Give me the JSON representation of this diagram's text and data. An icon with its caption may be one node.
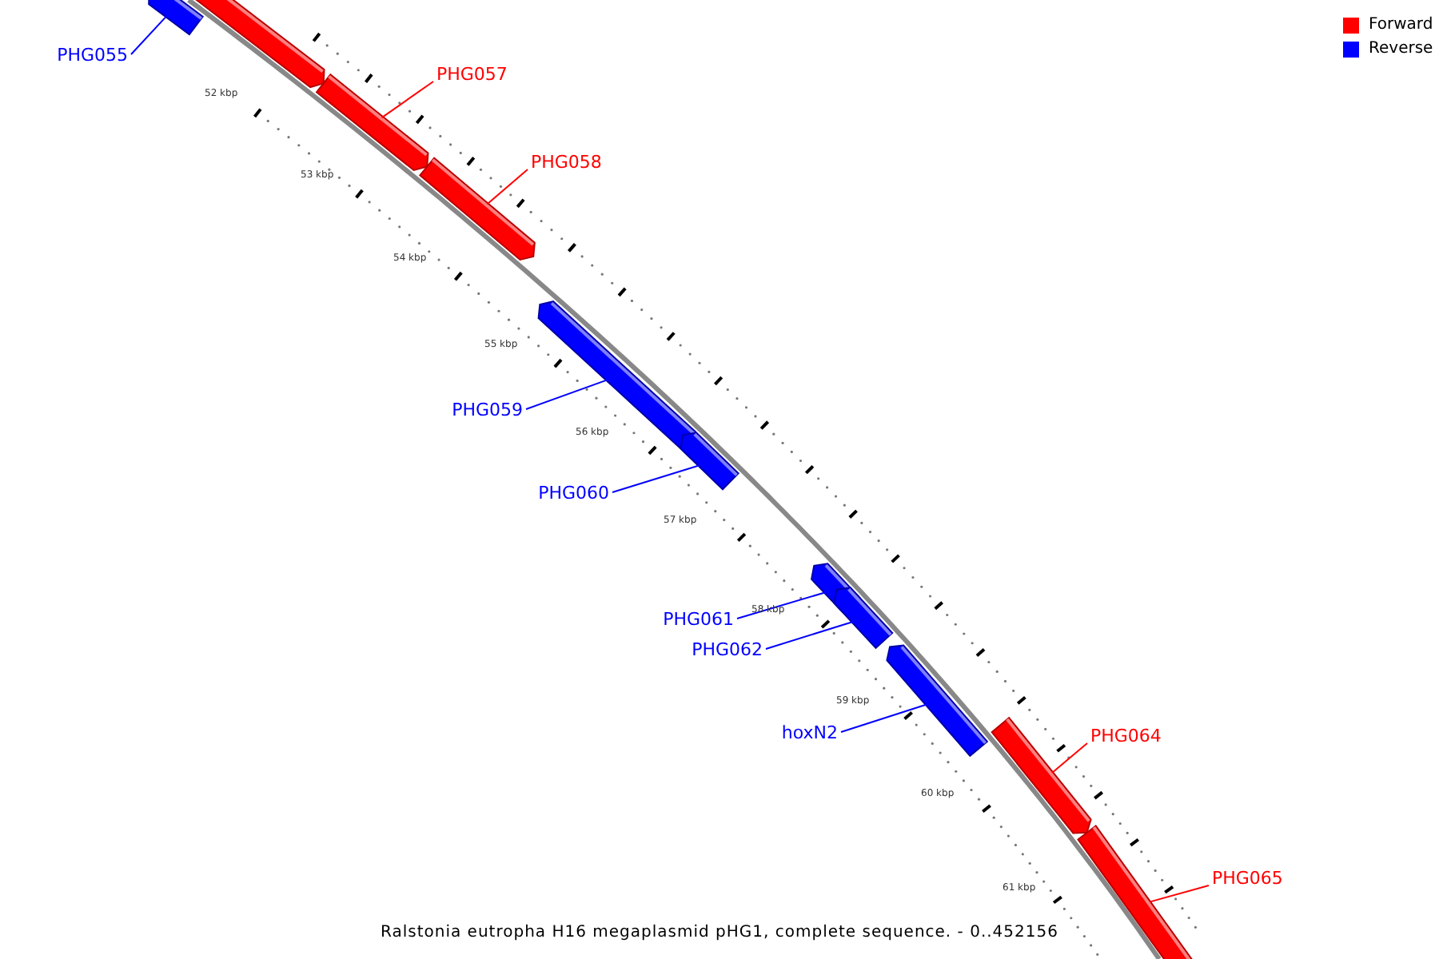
{
  "diagram": {
    "caption": "Ralstonia eutropha H16 megaplasmid pHG1, complete sequence. - 0..452156",
    "nodes": [
      {
        "text": [
          "PHG055"
        ]
      },
      {
        "text": [],
        "shape": "bar"
      },
      {
        "text": [],
        "shape": "bar"
      },
      {
        "text": [
          "PHG057"
        ]
      },
      {
        "text": [],
        "shape": "bar"
      },
      {
        "text": [
          "PHG058"
        ]
      },
      {
        "text": [],
        "shape": "bar"
      },
      {
        "text": [
          "PHG059"
        ]
      },
      {
        "text": [],
        "shape": "bar"
      },
      {
        "text": [
          "PHG060"
        ]
      },
      {
        "text": [],
        "shape": "bar"
      },
      {
        "text": [
          "PHG061"
        ]
      },
      {
        "text": [],
        "shape": "bar"
      },
      {
        "text": [
          "PHG062"
        ]
      },
      {
        "text": [],
        "shape": "bar"
      },
      {
        "text": [
          "hoxN2"
        ]
      },
      {
        "text": [],
        "shape": "bar"
      },
      {
        "text": [
          "PHG064"
        ]
      },
      {
        "text": [],
        "shape": "bar"
      },
      {
        "text": [
          "PHG065"
        ]
      },
      {
        "text": [],
        "shape": "bar"
      }
    ],
    "edges": [
      {
        "from": 0,
        "to": 1,
        "arrow": "none"
      },
      {
        "from": 3,
        "to": 4,
        "arrow": "none",
        "color": "#ff0000"
      },
      {
        "from": 5,
        "to": 6,
        "arrow": "none",
        "color": "#ff0000"
      },
      {
        "from": 7,
        "to": 8,
        "arrow": "none"
      },
      {
        "from": 9,
        "to": 10,
        "arrow": "none"
      },
      {
        "from": 11,
        "to": 12,
        "arrow": "none"
      },
      {
        "from": 13,
        "to": 14,
        "arrow": "none"
      },
      {
        "from": 15,
        "to": 16,
        "arrow": "none"
      },
      {
        "from": 17,
        "to": 18,
        "arrow": "none",
        "color": "#ff0000"
      },
      {
        "from": 19,
        "to": 20,
        "arrow": "none",
        "color": "#ff0000"
      }
    ],
    "labels": [
      "52 kbp",
      "53 kbp",
      "54 kbp",
      "55 kbp",
      "56 kbp",
      "57 kbp",
      "58 kbp",
      "59 kbp",
      "60 kbp",
      "61 kbp"
    ],
    "legend": [
      {
        "text": "Forward",
        "color": "#ff0000"
      },
      {
        "text": "Reverse",
        "color": "#0000ff"
      }
    ]
  }
}
